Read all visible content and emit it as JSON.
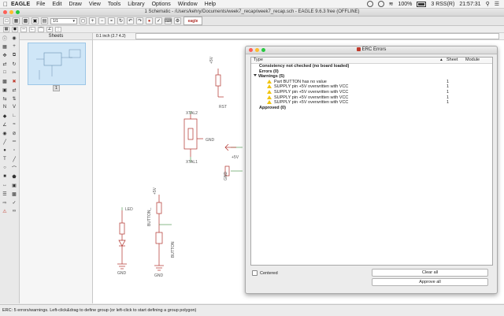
{
  "menubar": {
    "app_name": "EAGLE",
    "items": [
      "File",
      "Edit",
      "Draw",
      "View",
      "Tools",
      "Library",
      "Options",
      "Window",
      "Help"
    ],
    "battery": "100%",
    "input_method": "3 RSS(R)",
    "clock": "21:57:31"
  },
  "window": {
    "title": "1 Schematic - /Users/kehry/Documents/week7_recap/week7_recap.sch - EAGLE 9.6.3 free (OFFLINE)"
  },
  "toolbar": {
    "sheet_value": "1/1",
    "eagle_logo": "eagle"
  },
  "sheets_panel": {
    "title": "Sheets",
    "sheet_number": "1"
  },
  "canvas": {
    "coord_readout": "0.1 inch (2.7 4.2)",
    "labels": {
      "plus5v_1": "+5V",
      "rst": "RST",
      "xtal2": "XTAL2",
      "xtal1": "XTAL1",
      "gnd_1": "GND",
      "plus5v_2": "+5V",
      "gnd_3": "GND",
      "plus5v_3": "+5V",
      "button_r": "BUTTON_",
      "button": "BUTTON",
      "gnd_4": "GND",
      "led_label": "LED",
      "gnd_5": "GND"
    }
  },
  "erc_dialog": {
    "title": "ERC Errors",
    "columns": {
      "type": "Type",
      "sheet": "Sheet",
      "module": "Module"
    },
    "rows": [
      {
        "label": "Consistency not checked (no board loaded)",
        "level": 0,
        "bold": true,
        "sheet": ""
      },
      {
        "label": "Errors (0)",
        "level": 0,
        "bold": true,
        "sheet": ""
      },
      {
        "label": "Warnings (5)",
        "level": 0,
        "bold": true,
        "sheet": "",
        "expanded": true
      },
      {
        "label": "Part BUTTON has no value",
        "level": 1,
        "bold": false,
        "sheet": "1",
        "warning": true
      },
      {
        "label": "SUPPLY pin +5V overwritten with VCC",
        "level": 1,
        "bold": false,
        "sheet": "1",
        "warning": true
      },
      {
        "label": "SUPPLY pin +5V overwritten with VCC",
        "level": 1,
        "bold": false,
        "sheet": "1",
        "warning": true
      },
      {
        "label": "SUPPLY pin +5V overwritten with VCC",
        "level": 1,
        "bold": false,
        "sheet": "1",
        "warning": true
      },
      {
        "label": "SUPPLY pin +5V overwritten with VCC",
        "level": 1,
        "bold": false,
        "sheet": "1",
        "warning": true
      },
      {
        "label": "Approved (0)",
        "level": 0,
        "bold": true,
        "sheet": ""
      }
    ],
    "centered_label": "Centered",
    "clear_all_label": "Clear all",
    "approve_all_label": "Approve all"
  },
  "statusbar": {
    "text": "ERC: 5 errors/warnings. Left-click&drag to define group (or left-click to start defining a group polygon)"
  },
  "colors": {
    "schematic_red": "#b0302a",
    "net_green": "#3a8a3a",
    "warning_yellow": "#f1c40f"
  }
}
